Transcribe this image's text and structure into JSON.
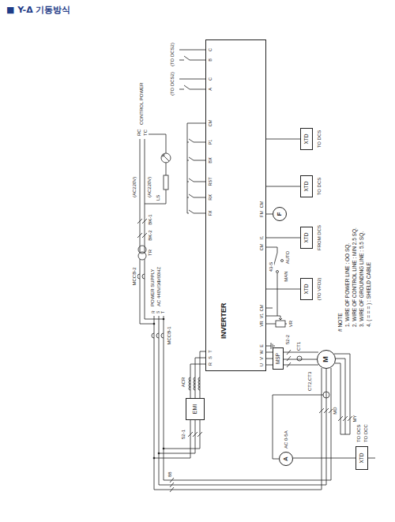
{
  "diagram": {
    "title": "■ Y-Δ 기동방식",
    "nodes": [
      {
        "text": [
          "INVERTER"
        ]
      },
      {
        "text": [
          "EMI"
        ]
      },
      {
        "text": [
          "MSP"
        ]
      },
      {
        "text": [
          "M"
        ]
      },
      {
        "text": [
          "A"
        ]
      },
      {
        "text": [
          "XTD"
        ]
      },
      {
        "text": [
          "F"
        ]
      },
      {
        "text": [
          "XTD"
        ]
      },
      {
        "text": [
          "XTD"
        ]
      },
      {
        "text": [
          "XTD"
        ]
      },
      {
        "text": [
          "XTD"
        ]
      }
    ],
    "edges": [
      {
        "from": 1,
        "to": 0,
        "arrow": "none"
      },
      {
        "from": 0,
        "to": 2,
        "arrow": "none"
      },
      {
        "from": 2,
        "to": 3,
        "arrow": "none"
      },
      {
        "from": 4,
        "to": 5,
        "arrow": "none"
      },
      {
        "from": 0,
        "to": 7,
        "arrow": "none"
      },
      {
        "from": 0,
        "to": 8,
        "arrow": "none"
      },
      {
        "from": 0,
        "to": 9,
        "arrow": "none"
      },
      {
        "from": 0,
        "to": 10,
        "arrow": "none"
      },
      {
        "from": 0,
        "to": 6,
        "arrow": "none"
      }
    ],
    "labels": [
      "R",
      "S",
      "T",
      "POWER SUPPLY",
      "AC 440V/3Φ/60HZ",
      "MCCB-1",
      "MCCB-2",
      "TR",
      "BK-2",
      "BK-1",
      "(AC220V)",
      "(AC220V)",
      "LS",
      "RC",
      "TC",
      "CONTROL POWER",
      "88",
      "52-1",
      "ACR",
      "R",
      "S",
      "T",
      "FX",
      "RX",
      "RST",
      "BX",
      "P1",
      "CM",
      "A",
      "C",
      "B",
      "C",
      "(TO DCS2)",
      "(TO DCS2)",
      "U",
      "V",
      "W",
      "E",
      "VR",
      "V1",
      "CM",
      "CM",
      "I1",
      "FM",
      "CM",
      "52-2",
      "CT1",
      "VR",
      "43-S",
      "MAN",
      "AUTO",
      "MY",
      "MD",
      "CT2,CT3",
      "AC 0-5A",
      "TO DCS",
      "TO DCC",
      "(TO VFD2)",
      "FROM DCS",
      "TO DCS",
      "TO DCS",
      "# NOTE",
      "1. WIRE OF POWER LINE : OO SQ.",
      "2. WIRE OF CONTROL LINE : MIN 2.5 SQ.",
      "3. WIRE OF GROUNDING LINE : 5.5 SQ.",
      "4. ( = = = ) : SHIELD CABLE"
    ]
  }
}
